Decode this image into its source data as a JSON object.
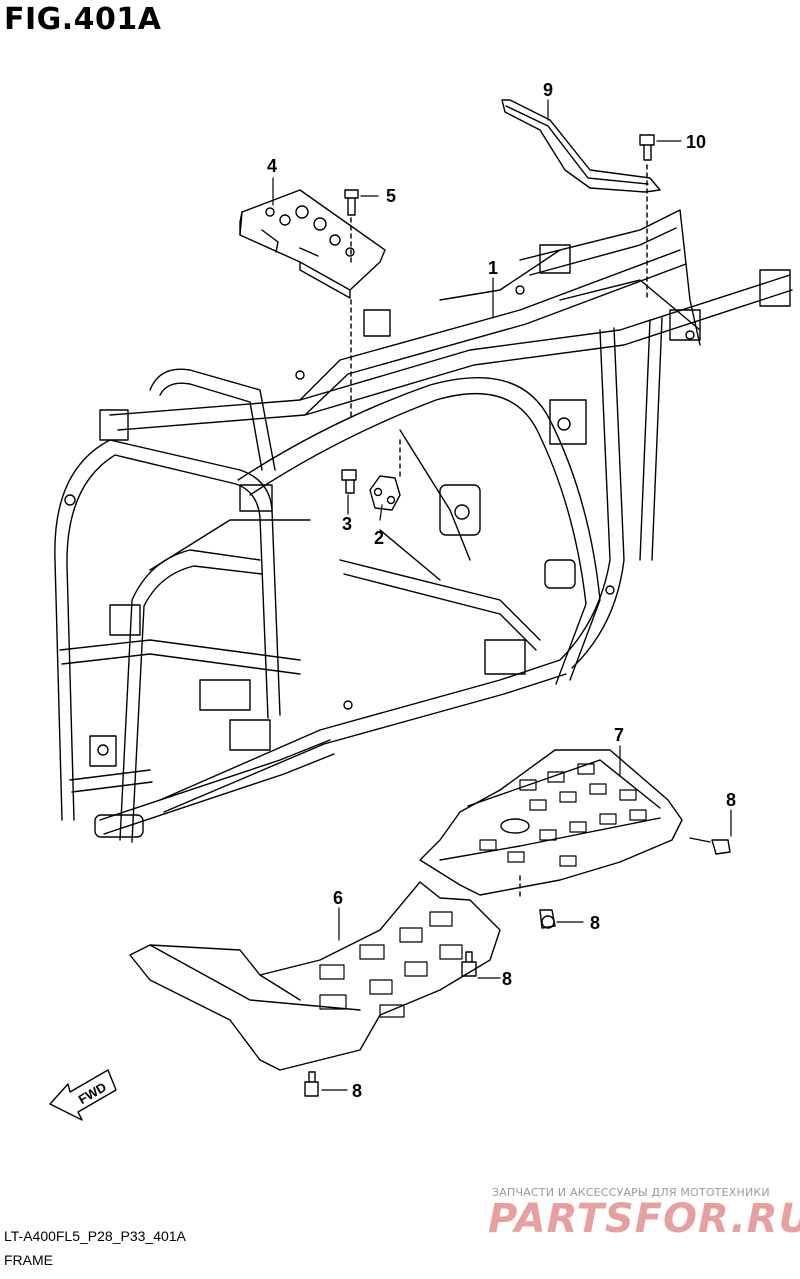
{
  "figure": {
    "title": "FIG.401A"
  },
  "callouts": [
    {
      "num": "1",
      "name": "frame"
    },
    {
      "num": "2",
      "name": "plate"
    },
    {
      "num": "3",
      "name": "bolt"
    },
    {
      "num": "4",
      "name": "plate-rear"
    },
    {
      "num": "5",
      "name": "bolt-rear"
    },
    {
      "num": "6",
      "name": "front-skid-plate"
    },
    {
      "num": "7",
      "name": "rear-skid-plate"
    },
    {
      "num": "8",
      "name": "bolt-skid-a"
    },
    {
      "num": "8",
      "name": "bolt-skid-b"
    },
    {
      "num": "8",
      "name": "bolt-skid-c"
    },
    {
      "num": "8",
      "name": "bolt-skid-d"
    },
    {
      "num": "9",
      "name": "cross-member"
    },
    {
      "num": "10",
      "name": "bolt-cross"
    }
  ],
  "fwd_label": "FWD",
  "footer": {
    "code": "LT-A400FL5_P28_P33_401A",
    "caption": "FRAME"
  },
  "watermark": {
    "tagline": "ЗАПЧАСТИ И АКСЕССУАРЫ ДЛЯ МОТОТЕХНИКИ",
    "logo": "PARTSFOR.RU"
  }
}
